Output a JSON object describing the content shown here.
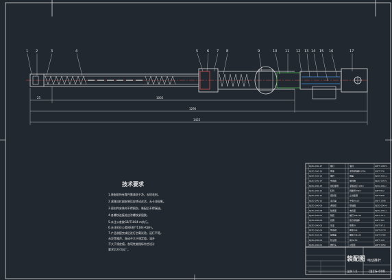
{
  "drawing": {
    "tech_title": "技术要求",
    "tech_notes": [
      "1.装配前所有零件需清洗干净，去除毛刺。",
      "2.滚珠丝杠副安装后应转动灵活，无卡滞现象。",
      "3.密封件安装时不得损伤，装配后不得漏油。",
      "4.各螺纹连接处应涂螺纹紧固胶。",
      "5.未注公差按GB/T1804-m执行。",
      "6.未注形位公差按GB/T1184-K执行。",
      "7.产品装配完成后进行空载试验，运行平稳，",
      "  无异常噪声，振动不大于规定值，温升",
      "  不大于规定值，各项性能指标符合设计",
      "  要求后方可出厂。"
    ],
    "title_block": {
      "assembly_label": "装配图",
      "product_name": "电动推杆",
      "drawing_number": "DJZG-000",
      "scale_label": "比例 1:1"
    },
    "callouts": [
      "1",
      "2",
      "3",
      "4",
      "5",
      "6",
      "7",
      "8",
      "9",
      "10",
      "11",
      "12",
      "13",
      "14",
      "15",
      "16",
      "17"
    ],
    "dimensions": {
      "d_small": "25",
      "d_mid": "1005",
      "d_total_inner": "1290",
      "d_total": "1455"
    },
    "bom_rows": [
      {
        "left_code": "DJZG-000-17",
        "left_name": "螺钉",
        "right_name": "油封",
        "right_code": "GB/T 13871"
      },
      {
        "left_code": "DJZG-000-16",
        "left_name": "端盖",
        "right_name": "深沟球轴承 6204",
        "right_code": "GB/T 276"
      },
      {
        "left_code": "DJZG-000-15",
        "left_name": "推杆",
        "right_name": "端盖",
        "right_code": "DJZG-000-a"
      },
      {
        "left_code": "DJZG-000-14",
        "left_name": "导向套",
        "right_name": "密封圈",
        "right_code": "DJZG-000-b"
      },
      {
        "left_code": "DJZG-000-13",
        "left_name": "丝杠螺母",
        "right_name": "滚珠丝杠 4010",
        "right_code": "DJZG-000-c"
      },
      {
        "left_code": "DJZG-000-12",
        "left_name": "缸筒",
        "right_name": "圆螺母 M20",
        "right_code": "GB/T 812"
      },
      {
        "left_code": "DJZG-000-11",
        "left_name": "密封垫",
        "right_name": "止动垫圈",
        "right_code": "GB/T 858"
      },
      {
        "left_code": "DJZG-000-10",
        "left_name": "法兰盘",
        "right_name": "平键 6x20",
        "right_code": "GB/T 1096"
      },
      {
        "left_code": "DJZG-000-09",
        "left_name": "连接套",
        "right_name": "联轴器",
        "right_code": "DJZG-000-d"
      },
      {
        "left_code": "DJZG-000-08",
        "left_name": "轴承座",
        "right_name": "电机座",
        "right_code": "DJZG-000-e"
      },
      {
        "left_code": "DJZG-000-07",
        "left_name": "隔套",
        "right_name": "螺钉 M6x16",
        "right_code": "GB/T 70.1"
      },
      {
        "left_code": "DJZG-000-06",
        "left_name": "挡圈",
        "right_name": "推力球轴承",
        "right_code": "GB/T 301"
      },
      {
        "left_code": "DJZG-000-05",
        "left_name": "压盖",
        "right_name": "垫圈 8",
        "right_code": "GB/T 97.1"
      },
      {
        "left_code": "DJZG-000-04",
        "left_name": "导向键",
        "right_name": "螺母 M8",
        "right_code": "GB/T 6170"
      },
      {
        "left_code": "DJZG-000-03",
        "left_name": "前端盖",
        "right_name": "螺栓 M8x25",
        "right_code": "GB/T 5782"
      },
      {
        "left_code": "DJZG-000-02",
        "left_name": "防尘圈",
        "right_name": "销 6x30",
        "right_code": "GB/T 119"
      },
      {
        "left_code": "DJZG-000-01",
        "left_name": "推杆头",
        "right_name": "O型圈",
        "right_code": "GB/T 3452"
      }
    ]
  }
}
